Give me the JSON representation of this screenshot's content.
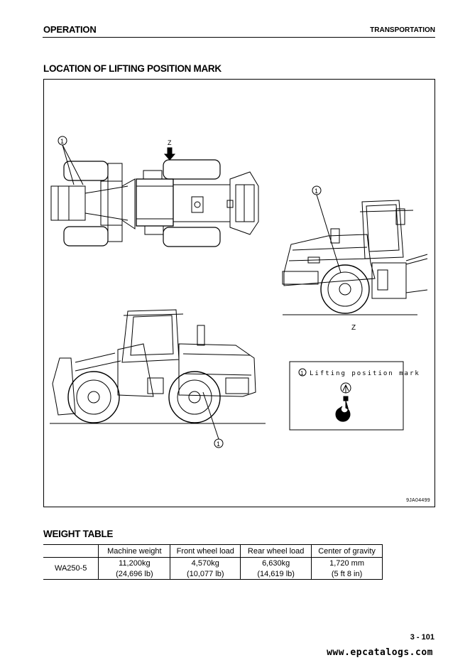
{
  "header": {
    "section": "OPERATION",
    "chapter": "TRANSPORTATION"
  },
  "figure": {
    "title": "LOCATION OF LIFTING POSITION MARK",
    "view_marker": "Z",
    "view_label": "Z",
    "callout_number": "1",
    "legend_text": "Lifting position mark",
    "figure_id": "9JA04499",
    "icons": [
      "lifting-hook-icon",
      "wheel-loader-top-view",
      "wheel-loader-side-view",
      "wheel-loader-rear-view"
    ]
  },
  "weight_table": {
    "title": "WEIGHT TABLE",
    "columns": [
      "Machine weight",
      "Front wheel load",
      "Rear wheel load",
      "Center of gravity"
    ],
    "rows": [
      {
        "model": "WA250-5",
        "metric": [
          "11,200kg",
          "4,570kg",
          "6,630kg",
          "1,720 mm"
        ],
        "imperial": [
          "(24,696 lb)",
          "(10,077 lb)",
          "(14,619 lb)",
          "(5 ft 8 in)"
        ]
      }
    ]
  },
  "footer": {
    "page_number": "3 - 101",
    "watermark": "www.epcatalogs.com"
  }
}
